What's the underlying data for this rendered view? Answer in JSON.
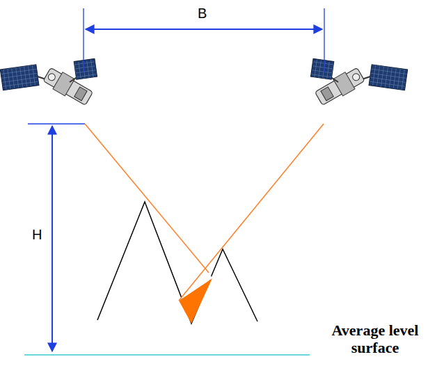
{
  "diagram": {
    "labels": [
      "B",
      "H",
      "Average level surface"
    ]
  }
}
